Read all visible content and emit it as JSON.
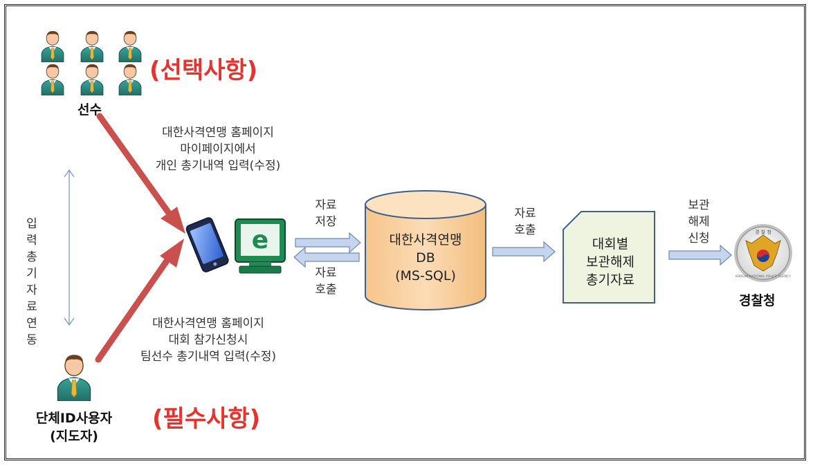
{
  "player": {
    "label": "선수",
    "tag": "(선택사항)",
    "flow_lines": [
      "대한사격연맹 홈페이지",
      "마이페이지에서",
      "개인 총기내역 입력(수정)"
    ]
  },
  "team_user": {
    "label_line1": "단체ID사용자",
    "label_line2": "(지도자)",
    "tag": "(필수사항)",
    "flow_lines": [
      "대한사격연맹 홈페이지",
      "대회 참가신청시",
      "팀선수 총기내역 입력(수정)"
    ]
  },
  "sync_label": "입력총기자료연동",
  "save_label": [
    "자료",
    "저장"
  ],
  "fetch_label_left": [
    "자료",
    "호출"
  ],
  "db": {
    "lines": [
      "대한사격연맹",
      "DB",
      "(MS-SQL)"
    ]
  },
  "fetch_label_right": [
    "자료",
    "호출"
  ],
  "doc": {
    "lines": [
      "대회별",
      "보관해제",
      "총기자료"
    ]
  },
  "release_label": [
    "보관",
    "해제",
    "신청"
  ],
  "police": {
    "label": "경찰청",
    "emblem_top": "경 찰 청",
    "emblem_ring": "KOREAN NATIONAL POLICE AGENCY"
  },
  "colors": {
    "red_text": "#e8322d",
    "red_arrow": "#c9504c",
    "blue_arrow": "#c6d5ee",
    "db_fill": "#f9d3a6",
    "doc_fill": "#eef4e0",
    "person_coat": "#2f8f86",
    "person_tie": "#e2b93b",
    "monitor": "#1f8a52"
  }
}
